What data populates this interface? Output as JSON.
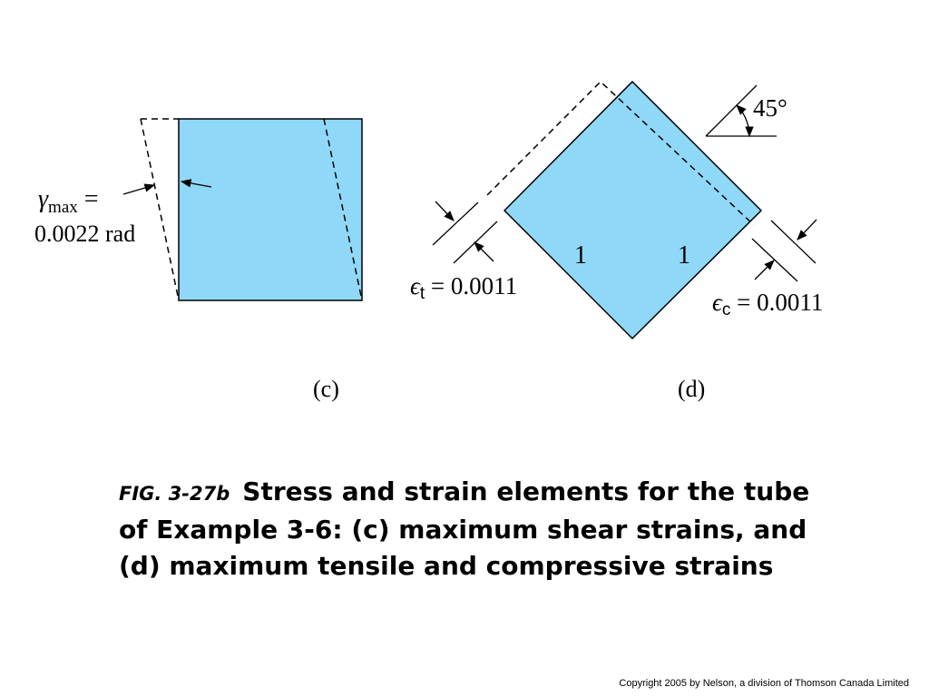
{
  "colors": {
    "element_fill": "#8fd8f7",
    "line": "#000000"
  },
  "panel_c": {
    "gamma_symbol": "γ",
    "gamma_subscript": "max",
    "gamma_equals": " =",
    "gamma_value": "0.0022 rad",
    "label": "(c)"
  },
  "panel_d": {
    "angle_label": "45°",
    "side_label_left": "1",
    "side_label_right": "1",
    "eps_symbol": "ϵ",
    "eps_t_subscript": "t",
    "eps_t_value": " = 0.0011",
    "eps_c_subscript": "c",
    "eps_c_value": " = 0.0011",
    "label": "(d)"
  },
  "caption": {
    "label": "FIG. 3-27b",
    "text": "Stress and strain elements for the tube of Example 3-6: (c) maximum shear strains, and (d) maximum tensile and compressive strains"
  },
  "copyright": "Copyright 2005 by Nelson, a division of Thomson Canada Limited"
}
